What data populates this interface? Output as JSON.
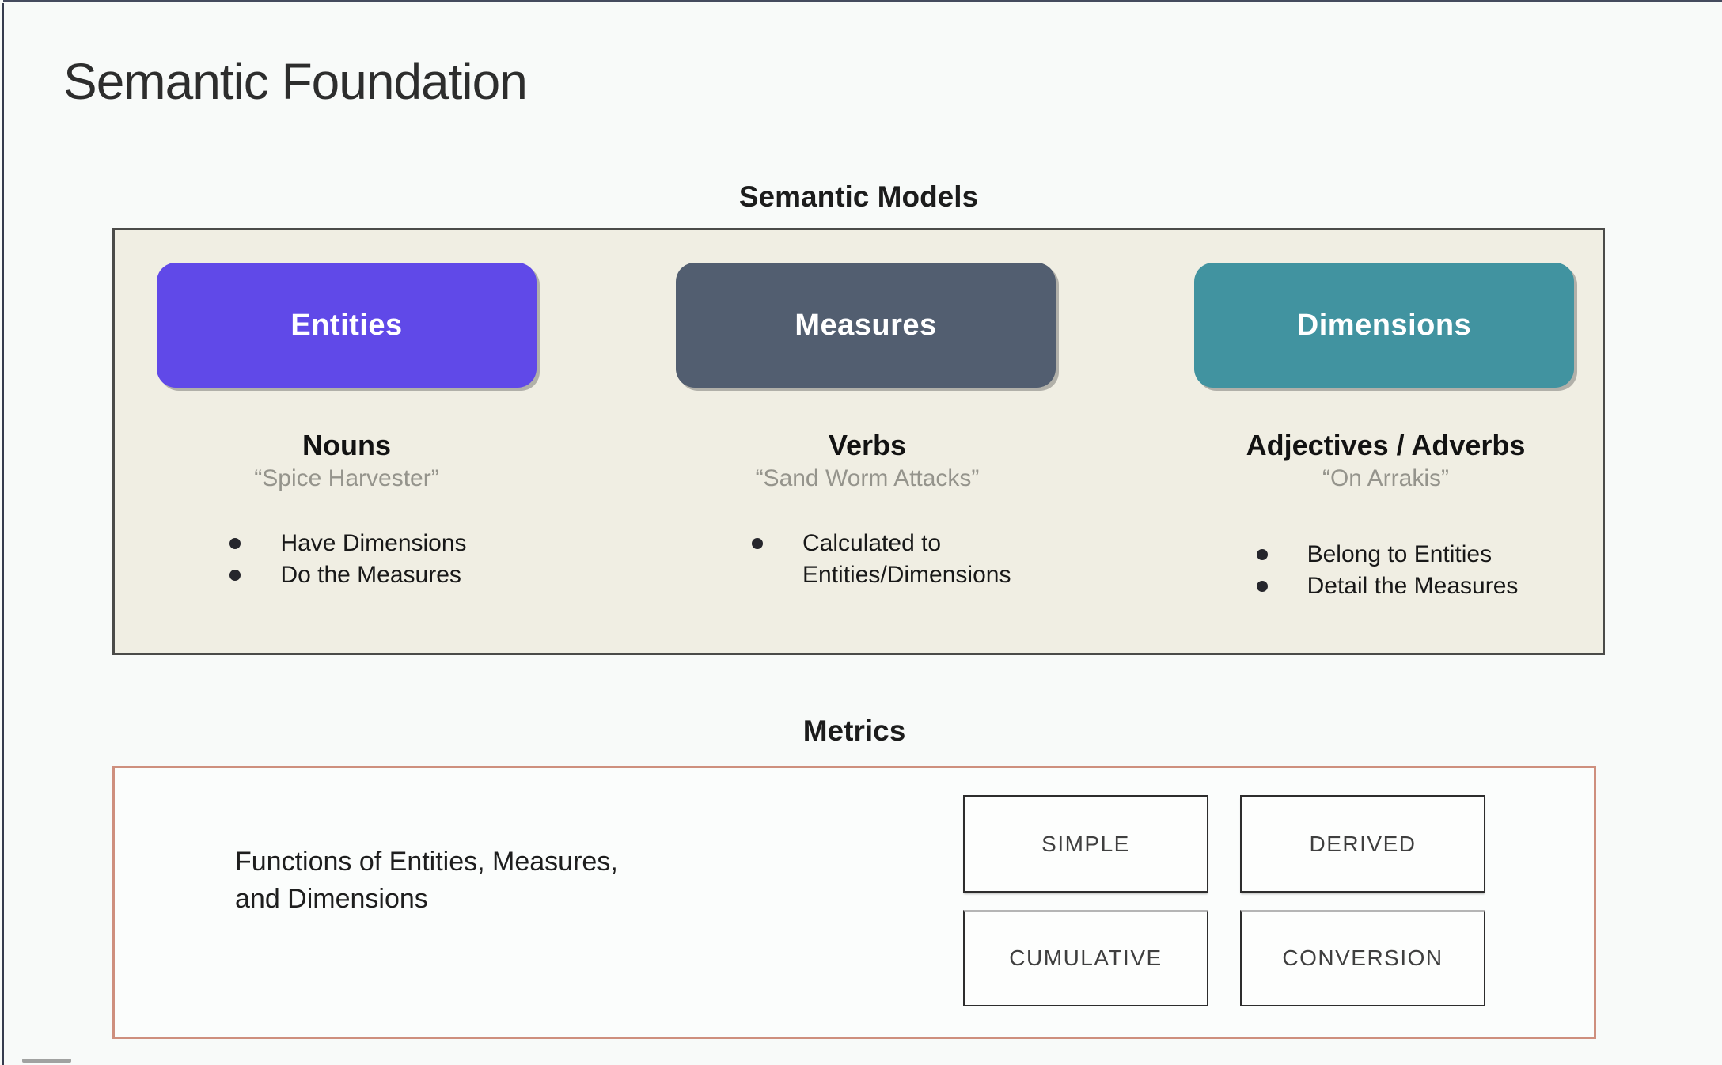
{
  "page": {
    "title": "Semantic Foundation"
  },
  "semantic_models": {
    "heading": "Semantic Models",
    "panel_bg": "#f0eee3",
    "columns": [
      {
        "box_label": "Entities",
        "box_color": "#6049e8",
        "subtitle": "Nouns",
        "quote": "“Spice Harvester”",
        "bullets": [
          "Have Dimensions",
          "Do the Measures"
        ]
      },
      {
        "box_label": "Measures",
        "box_color": "#525e70",
        "subtitle": "Verbs",
        "quote": "“Sand Worm Attacks”",
        "bullets": [
          "Calculated to Entities/Dimensions"
        ]
      },
      {
        "box_label": "Dimensions",
        "box_color": "#4193a0",
        "subtitle": "Adjectives / Adverbs",
        "quote": "“On Arrakis”",
        "bullets": [
          "Belong to Entities",
          "Detail the Measures"
        ]
      }
    ]
  },
  "metrics": {
    "heading": "Metrics",
    "description": "Functions of Entities, Measures,\nand Dimensions",
    "border_color": "#ce8f7e",
    "types": [
      "SIMPLE",
      "DERIVED",
      "CUMULATIVE",
      "CONVERSION"
    ]
  }
}
